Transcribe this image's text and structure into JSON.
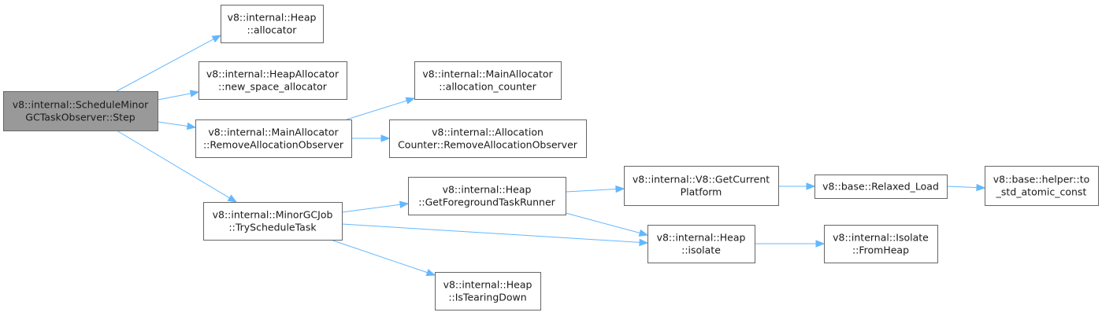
{
  "graph": {
    "nodes": [
      {
        "id": "root",
        "label": [
          "v8::internal::ScheduleMinor",
          "GCTaskObserver::Step"
        ]
      },
      {
        "id": "heap_allocator",
        "label": [
          "v8::internal::Heap",
          "::allocator"
        ]
      },
      {
        "id": "new_space_allocator",
        "label": [
          "v8::internal::HeapAllocator",
          "::new_space_allocator"
        ]
      },
      {
        "id": "remove_alloc_observer",
        "label": [
          "v8::internal::MainAllocator",
          "::RemoveAllocationObserver"
        ]
      },
      {
        "id": "try_schedule_task",
        "label": [
          "v8::internal::MinorGCJob",
          "::TryScheduleTask"
        ]
      },
      {
        "id": "allocation_counter",
        "label": [
          "v8::internal::MainAllocator",
          "::allocation_counter"
        ]
      },
      {
        "id": "counter_remove_observer",
        "label": [
          "v8::internal::Allocation",
          "Counter::RemoveAllocationObserver"
        ]
      },
      {
        "id": "get_foreground_task_runner",
        "label": [
          "v8::internal::Heap",
          "::GetForegroundTaskRunner"
        ]
      },
      {
        "id": "is_tearing_down",
        "label": [
          "v8::internal::Heap",
          "::IsTearingDown"
        ]
      },
      {
        "id": "get_current_platform",
        "label": [
          "v8::internal::V8::GetCurrent",
          "Platform"
        ]
      },
      {
        "id": "heap_isolate",
        "label": [
          "v8::internal::Heap",
          "::isolate"
        ]
      },
      {
        "id": "relaxed_load",
        "label": [
          "v8::base::Relaxed_Load"
        ]
      },
      {
        "id": "isolate_from_heap",
        "label": [
          "v8::internal::Isolate",
          "::FromHeap"
        ]
      },
      {
        "id": "to_std_atomic_const",
        "label": [
          "v8::base::helper::to",
          "_std_atomic_const"
        ]
      }
    ],
    "edges": [
      {
        "from": "root",
        "to": "heap_allocator"
      },
      {
        "from": "root",
        "to": "new_space_allocator"
      },
      {
        "from": "root",
        "to": "remove_alloc_observer"
      },
      {
        "from": "root",
        "to": "try_schedule_task"
      },
      {
        "from": "remove_alloc_observer",
        "to": "allocation_counter"
      },
      {
        "from": "remove_alloc_observer",
        "to": "counter_remove_observer"
      },
      {
        "from": "try_schedule_task",
        "to": "get_foreground_task_runner"
      },
      {
        "from": "try_schedule_task",
        "to": "heap_isolate"
      },
      {
        "from": "try_schedule_task",
        "to": "is_tearing_down"
      },
      {
        "from": "get_foreground_task_runner",
        "to": "get_current_platform"
      },
      {
        "from": "get_foreground_task_runner",
        "to": "heap_isolate"
      },
      {
        "from": "get_current_platform",
        "to": "relaxed_load"
      },
      {
        "from": "relaxed_load",
        "to": "to_std_atomic_const"
      },
      {
        "from": "heap_isolate",
        "to": "isolate_from_heap"
      }
    ]
  }
}
